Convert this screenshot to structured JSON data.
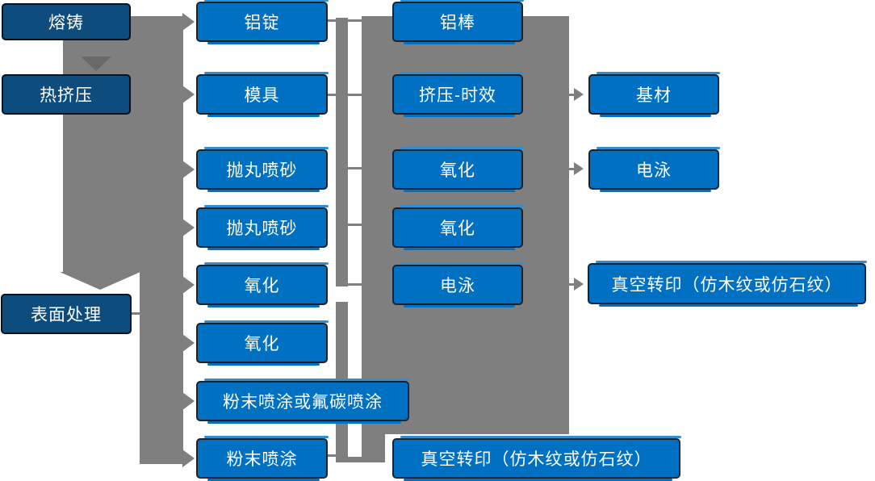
{
  "diagram": {
    "type": "flowchart",
    "columns": [
      {
        "name": "process-stages",
        "boxes": [
          {
            "label": "熔铸"
          },
          {
            "label": "热挤压"
          },
          {
            "label": "表面处理"
          }
        ]
      },
      {
        "name": "stage-2",
        "boxes": [
          {
            "label": "铝锭"
          },
          {
            "label": "模具"
          },
          {
            "label": "抛丸喷砂"
          },
          {
            "label": "抛丸喷砂"
          },
          {
            "label": "氧化"
          },
          {
            "label": "氧化"
          },
          {
            "label": "粉末喷涂或氟碳喷涂"
          },
          {
            "label": "粉末喷涂"
          }
        ]
      },
      {
        "name": "stage-3",
        "boxes": [
          {
            "label": "铝棒"
          },
          {
            "label": "挤压-时效"
          },
          {
            "label": "氧化"
          },
          {
            "label": "氧化"
          },
          {
            "label": "电泳"
          },
          {
            "label": "真空转印（仿木纹或仿石纹）"
          }
        ]
      },
      {
        "name": "stage-4",
        "boxes": [
          {
            "label": "基材"
          },
          {
            "label": "电泳"
          },
          {
            "label": "真空转印（仿木纹或仿石纹）"
          }
        ]
      }
    ],
    "colors": {
      "primary_blue": "#0071c2",
      "highlight_blue": "#2b8fd6",
      "dark_navy": "#0d4c7d",
      "connector_gray": "#7f7f7f",
      "arrow_dark_gray": "#696969",
      "border_dark": "#18232f",
      "text_white": "#ffffff"
    }
  }
}
